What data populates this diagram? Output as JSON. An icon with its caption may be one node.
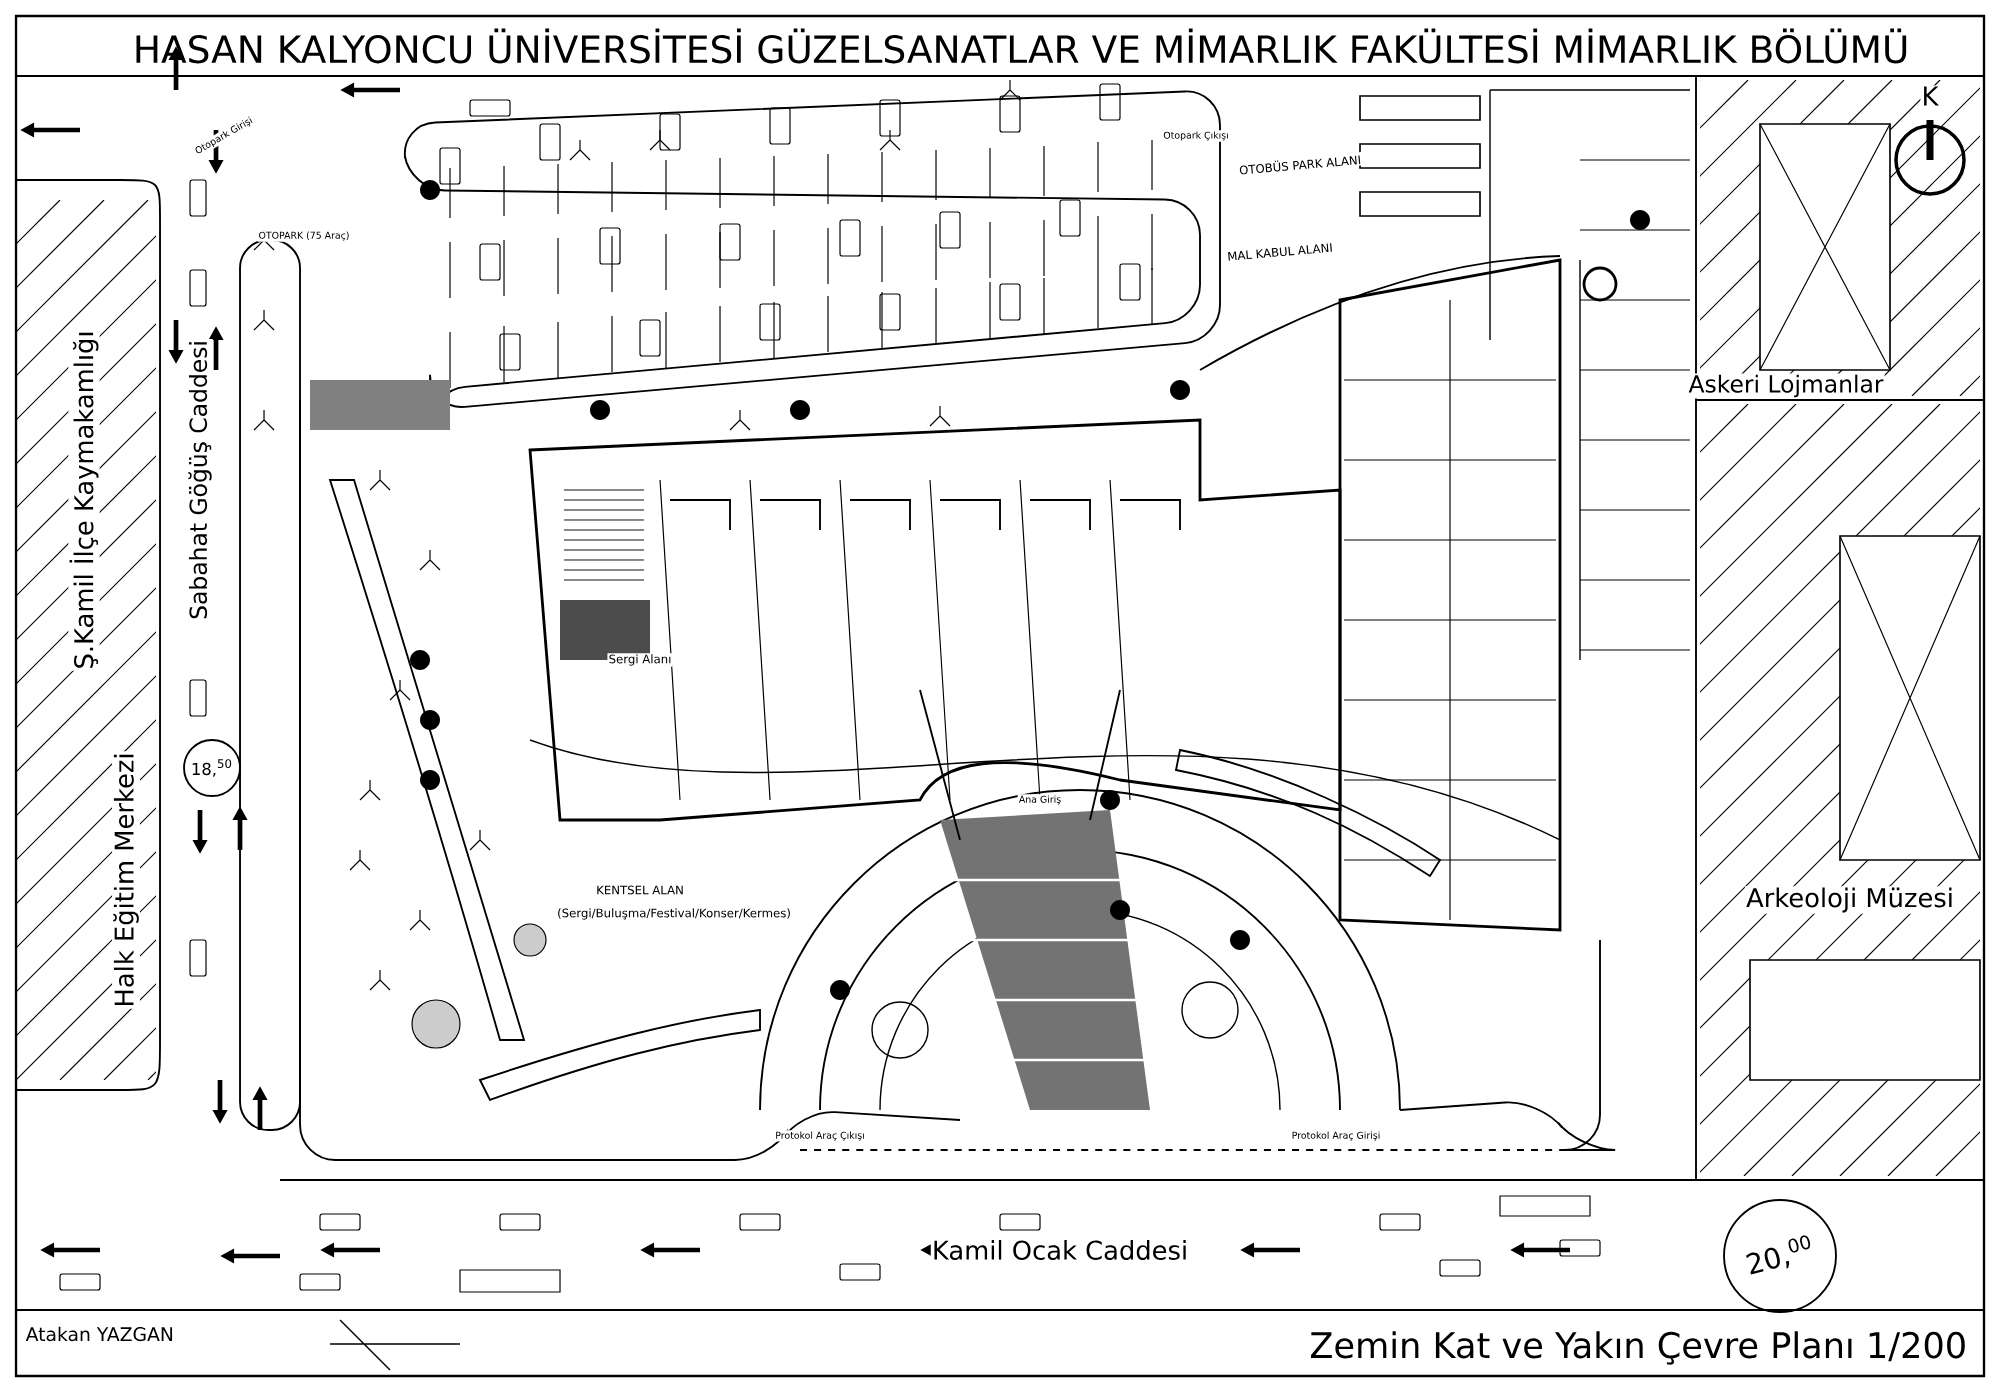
{
  "diagram": {
    "title": "HASAN KALYONCU ÜNİVERSİTESİ GÜZELSANATLAR VE MİMARLIK FAKÜLTESİ MİMARLIK BÖLÜMÜ",
    "caption": "Zemin Kat  ve Yakın Çevre Planı 1/200",
    "labels": [
      "Otopark Girişi",
      "Otopark Çıkışı",
      "OTOBÜS PARK ALANI",
      "OTOPARK (75 Araç)",
      "MAL KABUL ALANI",
      "K",
      "Askeri Lojmanlar",
      "Ş.Kamil İlçe Kaymakamlığı",
      "Sabahat Göğüş Caddesi",
      "Sergi Alanı",
      "18,$^{50}$",
      "Ana Giriş",
      "Arkeoloji Müzesi",
      "KENTSEL ALAN",
      "(Sergi/Buluşma/Festival/Konser/Kermes)",
      "Halk Eğitim Merkezi",
      "Protokol Araç Çıkışı",
      "Protokol Araç Girişi",
      "Kamil Ocak Caddesi",
      "20,$^{00}$",
      "Atakan YAZGAN"
    ]
  }
}
